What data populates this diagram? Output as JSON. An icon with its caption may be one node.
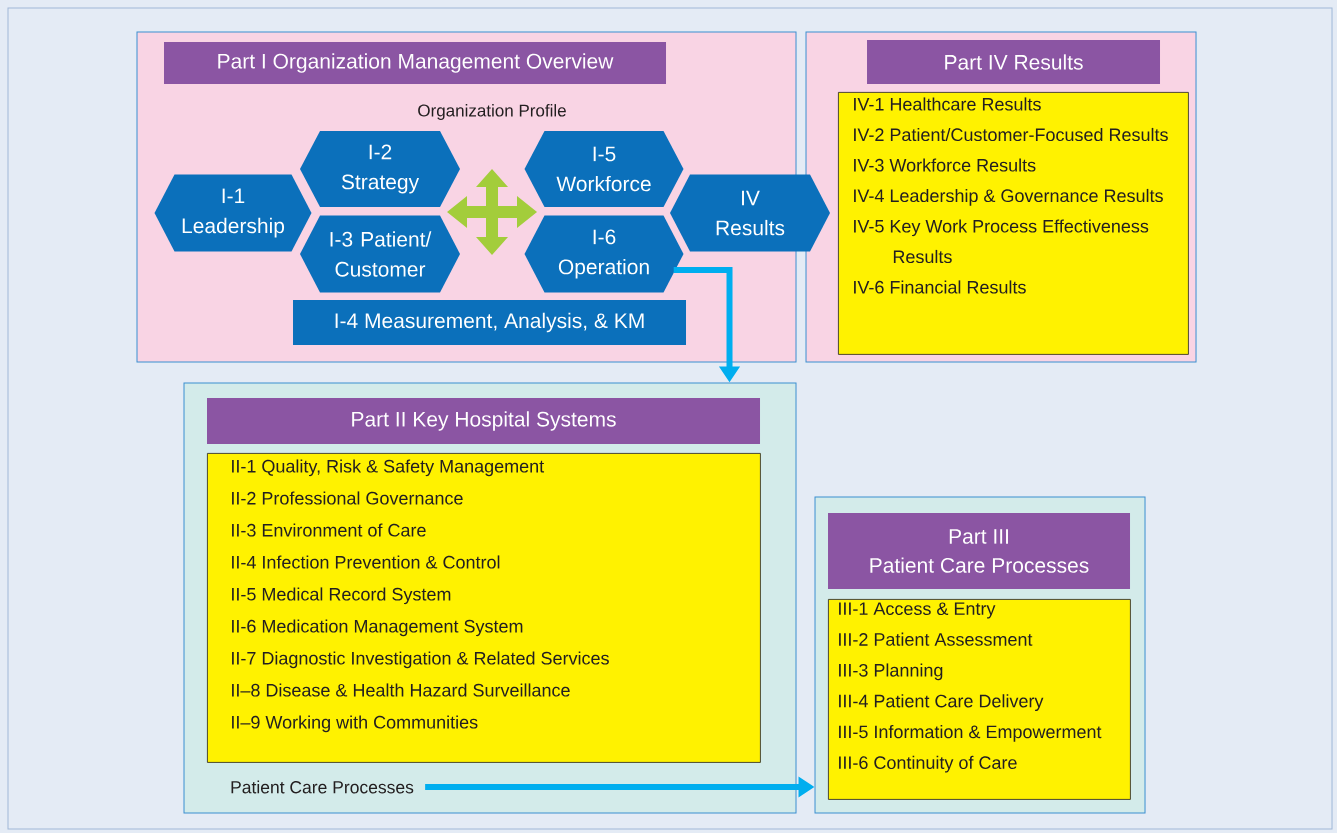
{
  "diagram": {
    "nodes": [
      {
        "text": [
          "Part I Organization Management Overview",
          "Organization Profile"
        ]
      },
      {
        "text": [
          "I-1 Leadership"
        ],
        "in": 0
      },
      {
        "text": [
          "I-2 Strategy"
        ],
        "in": 0
      },
      {
        "text": [
          "I-3 Patient/ Customer"
        ],
        "in": 0
      },
      {
        "text": [
          "I-5 Workforce"
        ],
        "in": 0
      },
      {
        "text": [
          "I-6 Operation"
        ],
        "in": 0
      },
      {
        "text": [
          "I-4 Measurement, Analysis, & KM"
        ],
        "in": 0
      },
      {
        "text": [
          "IV Results"
        ]
      },
      {
        "text": [
          "Part IV Results"
        ]
      },
      {
        "text": [
          "IV-1 Healthcare Results",
          "IV-2 Patient/Customer-Focused Results",
          "IV-3 Workforce Results",
          "IV-4 Leadership & Governance Results",
          "IV-5 Key Work Process Effectiveness Results",
          "IV-6 Financial Results"
        ],
        "in": 8
      },
      {
        "text": [
          "Part II Key Hospital Systems"
        ]
      },
      {
        "text": [
          "II-1 Quality, Risk & Safety Management",
          "II-2 Professional Governance",
          "II-3 Environment of Care",
          "II-4 Infection Prevention & Control",
          "II-5 Medical Record System",
          "II-6 Medication Management System",
          "II-7 Diagnostic Investigation & Related Services",
          "II–8 Disease & Health Hazard Surveillance",
          "II–9 Working with Communities"
        ],
        "in": 10
      },
      {
        "text": [
          "Patient Care Processes"
        ],
        "in": 10
      },
      {
        "text": [
          "Part III",
          "Patient Care Processes"
        ]
      },
      {
        "text": [
          "III-1 Access & Entry",
          "III-2 Patient Assessment",
          "III-3 Planning",
          "III-4 Patient Care Delivery",
          "III-5 Information & Empowerment",
          "III-6 Continuity of Care"
        ],
        "in": 13
      }
    ],
    "edges": [
      {
        "from": 5,
        "to": 10,
        "arrow": "to"
      },
      {
        "from": 12,
        "to": 13,
        "arrow": "to"
      }
    ]
  }
}
